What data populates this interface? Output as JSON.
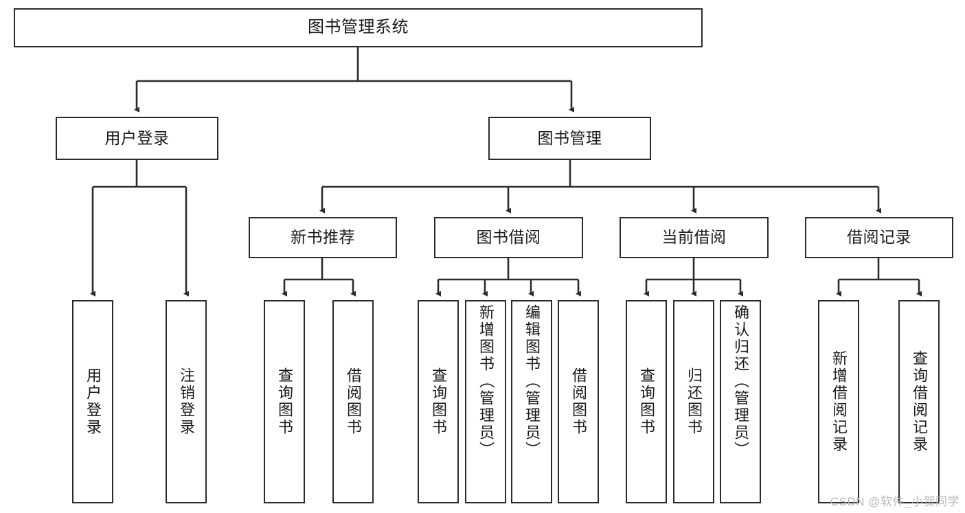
{
  "diagram": {
    "title": "图书管理系统",
    "type": "tree-hierarchy-diagram",
    "colors": {
      "box_border": "#2b2b2b",
      "box_fill": "#ffffff",
      "edge": "#2b2b2b",
      "text": "#1a1a1a",
      "watermark": "#b9b9b9",
      "background": "#ffffff"
    }
  },
  "nodes": {
    "root": {
      "label": "图书管理系统"
    },
    "level2": [
      {
        "label": "用户登录"
      },
      {
        "label": "图书管理"
      }
    ],
    "level3": [
      {
        "label": "新书推荐"
      },
      {
        "label": "图书借阅"
      },
      {
        "label": "当前借阅"
      },
      {
        "label": "借阅记录"
      }
    ],
    "leaves": {
      "user_login": [
        {
          "label": "用户登录"
        },
        {
          "label": "注销登录"
        }
      ],
      "new_book_recommend": [
        {
          "label": "查询图书"
        },
        {
          "label": "借阅图书"
        }
      ],
      "book_borrow": [
        {
          "label": "查询图书"
        },
        {
          "label": "新增图书（管理员）"
        },
        {
          "label": "编辑图书（管理员）"
        },
        {
          "label": "借阅图书"
        }
      ],
      "current_borrow": [
        {
          "label": "查询图书"
        },
        {
          "label": "归还图书"
        },
        {
          "label": "确认归还（管理员）"
        }
      ],
      "borrow_record": [
        {
          "label": "新增借阅记录"
        },
        {
          "label": "查询借阅记录"
        }
      ]
    }
  },
  "watermark": {
    "text": "CSDN @软件_小贺同学"
  }
}
